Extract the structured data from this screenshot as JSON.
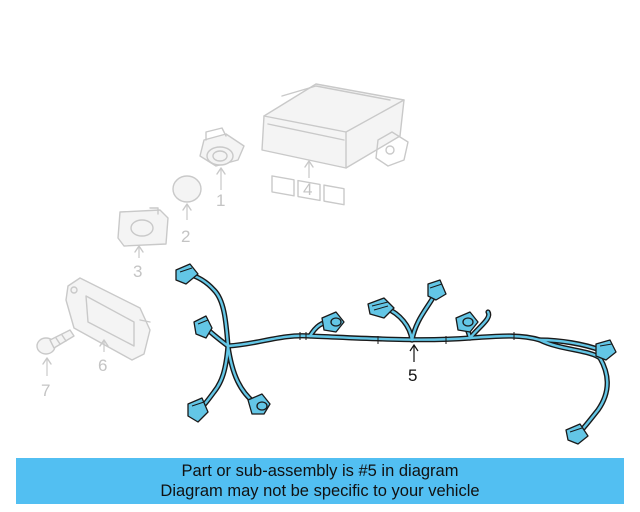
{
  "callouts": {
    "c1": "1",
    "c2": "2",
    "c3": "3",
    "c4": "4",
    "c5": "5",
    "c6": "6",
    "c7": "7"
  },
  "banner": {
    "line1": "Part or sub-assembly is #5 in diagram",
    "line2": "Diagram may not be specific to your vehicle",
    "background": "#52bff2"
  },
  "colors": {
    "harness_highlight": "#63c6e6",
    "ghost_parts": "#c9c9c9"
  }
}
